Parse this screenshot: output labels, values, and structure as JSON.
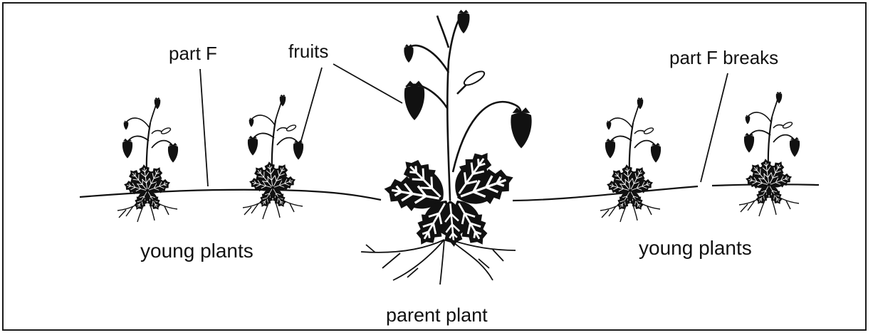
{
  "labels": {
    "part_f": "part F",
    "fruits": "fruits",
    "part_f_breaks": "part F breaks",
    "young_plants_left": "young plants",
    "young_plants_right": "young plants",
    "parent_plant": "parent plant"
  },
  "colors": {
    "ink": "#111111",
    "leaf_vein": "#ffffff",
    "background": "#ffffff"
  }
}
